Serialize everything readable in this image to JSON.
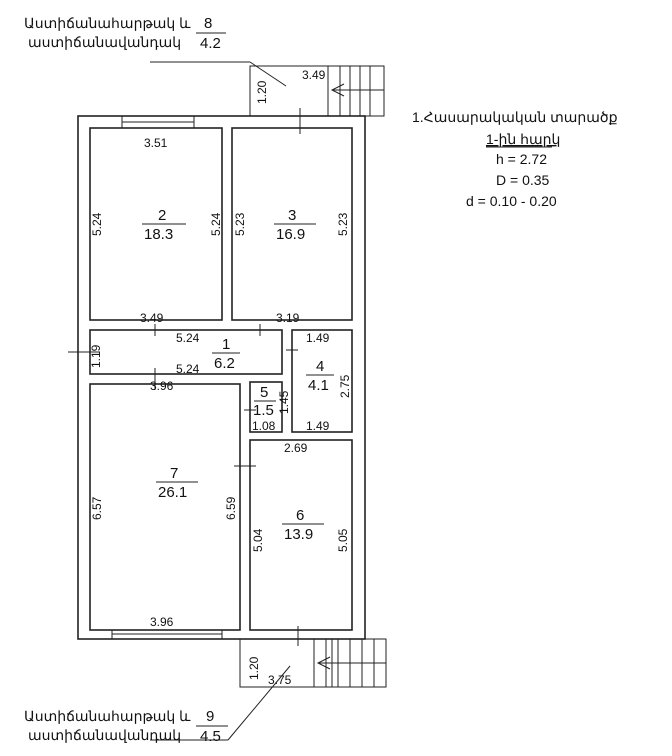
{
  "stair_top": {
    "label_line1": "Աստիճանահարթակ և",
    "label_line2": "աստիճանավանդակ",
    "num": "8",
    "area": "4.2",
    "depth": "1.20",
    "width": "3.49"
  },
  "stair_bottom": {
    "label_line1": "Աստիճանահարթակ և",
    "label_line2": "աստիճանավանդակ",
    "num": "9",
    "area": "4.5",
    "depth": "1.20",
    "width": "3.75"
  },
  "info": {
    "title": "1.Հասարակական տարածք",
    "floor": "1-ին հարկ",
    "h": "h = 2.72",
    "D": "D = 0.35",
    "d": "d = 0.10 - 0.20"
  },
  "rooms": {
    "r1": {
      "num": "1",
      "area": "6.2",
      "top": "5.24",
      "bottom": "5.24",
      "side": "1.19"
    },
    "r2": {
      "num": "2",
      "area": "18.3",
      "top": "3.51",
      "left": "5.24",
      "right": "5.24",
      "bottom": "3.49"
    },
    "r3": {
      "num": "3",
      "area": "16.9",
      "left": "5.23",
      "right": "5.23",
      "bottom": "3.19"
    },
    "r4": {
      "num": "4",
      "area": "4.1",
      "top": "1.49",
      "bottom": "1.49",
      "side": "2.75"
    },
    "r5": {
      "num": "5",
      "area": "1.5",
      "side": "1.45",
      "bottom": "1.08"
    },
    "r6": {
      "num": "6",
      "area": "13.9",
      "top": "2.69",
      "left": "5.04",
      "right": "5.05"
    },
    "r7": {
      "num": "7",
      "area": "26.1",
      "top": "3.96",
      "left": "6.57",
      "right": "6.59",
      "bottom": "3.96"
    }
  }
}
